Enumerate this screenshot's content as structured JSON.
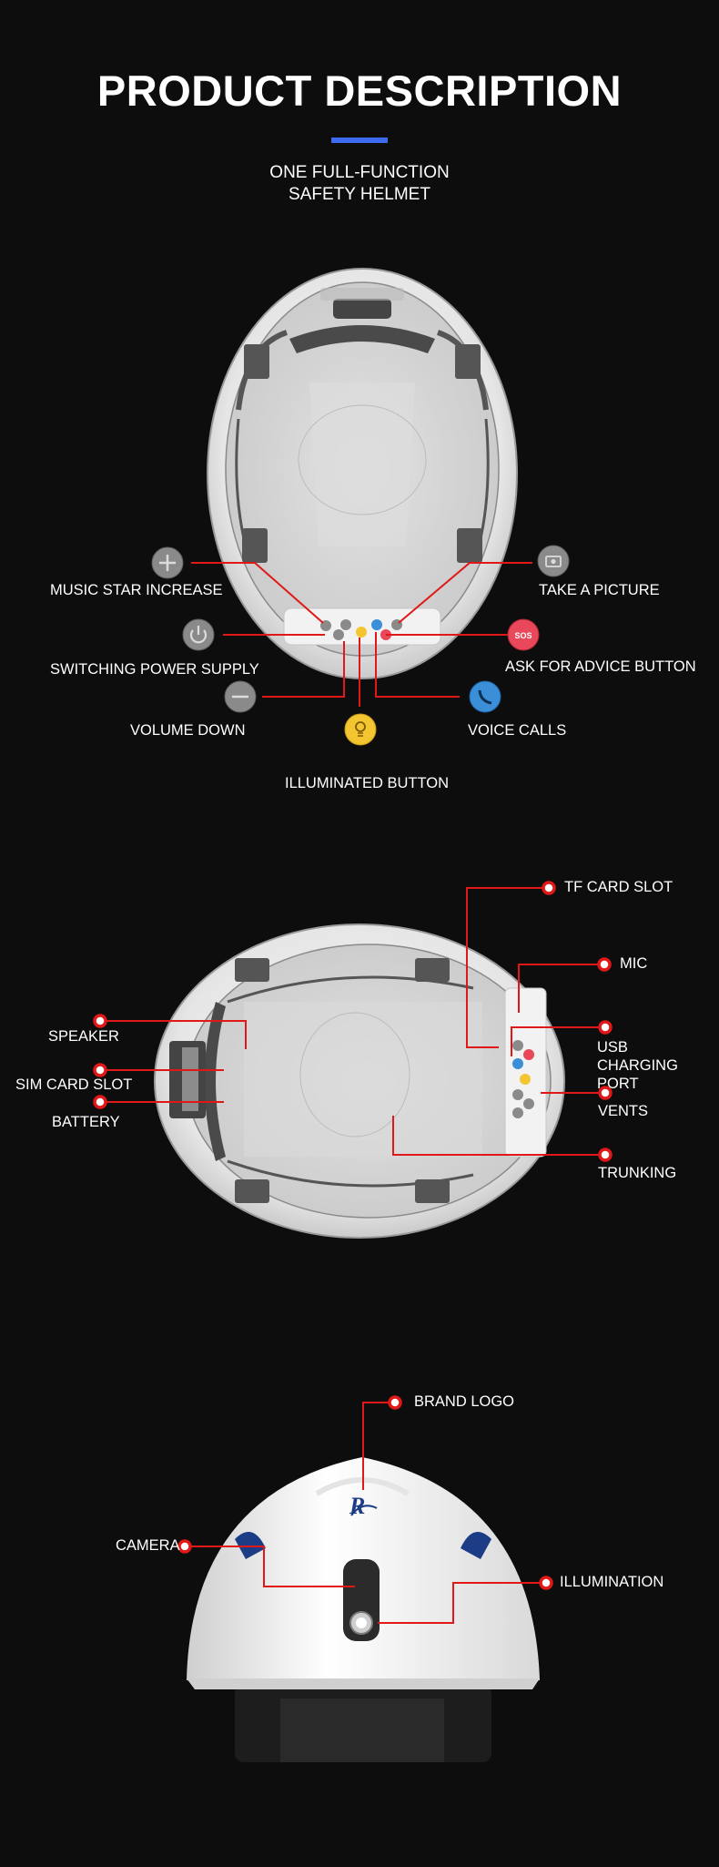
{
  "header": {
    "title": "PRODUCT DESCRIPTION",
    "subtitle_line1": "ONE FULL-FUNCTION",
    "subtitle_line2": "SAFETY HELMET",
    "accent_color": "#3d6bf0"
  },
  "section1": {
    "music_star_increase": "MUSIC STAR INCREASE",
    "take_a_picture": "TAKE A PICTURE",
    "switching_power_supply": "SWITCHING POWER SUPPLY",
    "ask_for_advice_button": "ASK FOR ADVICE BUTTON",
    "volume_down": "VOLUME DOWN",
    "voice_calls": "VOICE CALLS",
    "illuminated_button": "ILLUMINATED BUTTON",
    "sos_text": "SOS"
  },
  "section2": {
    "tf_card_slot": "TF CARD SLOT",
    "mic": "MIC",
    "usb_line1": "USB",
    "usb_line2": "CHARGING PORT",
    "vents": "VENTS",
    "trunking": "TRUNKING",
    "speaker": "SPEAKER",
    "sim_card_slot": "SIM CARD SLOT",
    "battery": "BATTERY"
  },
  "section3": {
    "brand_logo": "BRAND LOGO",
    "camera": "CAMERA",
    "illumination": "ILLUMINATION"
  },
  "colors": {
    "callout_line": "#e01818",
    "sos_button": "#e8485a",
    "voice_button": "#3a8fd8",
    "light_button": "#f2c531",
    "grey_button": "#8a8a8a"
  }
}
